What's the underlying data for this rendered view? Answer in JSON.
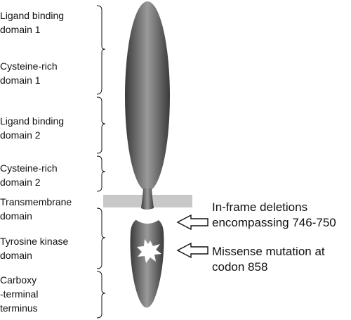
{
  "domains": [
    {
      "label": "Ligand binding\ndomain 1"
    },
    {
      "label": "Cysteine-rich\ndomain 1"
    },
    {
      "label": "Ligand binding\ndomain 2"
    },
    {
      "label": "Cysteine-rich\ndomain 2"
    },
    {
      "label": "Transmembrane\ndomain"
    },
    {
      "label": "Tyrosine kinase\ndomain"
    },
    {
      "label": "Carboxy\n-terminal\nterminus"
    }
  ],
  "annotations": [
    {
      "label": "In-frame deletions\nencompassing 746-750"
    },
    {
      "label": "Missense mutation at\ncodon 858"
    }
  ],
  "colors": {
    "body_dark": "#3a3a3a",
    "body_light": "#9a9a9a",
    "membrane": "#c8c8c8",
    "line": "#111111"
  }
}
